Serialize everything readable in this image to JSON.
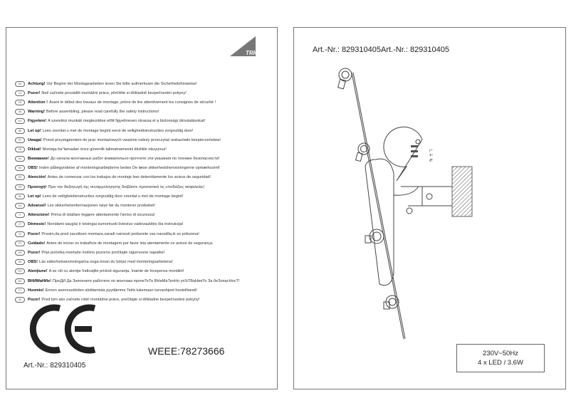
{
  "left_page": {
    "brand": "TRIO",
    "warnings": [
      {
        "code": "DE",
        "bold": "Achtung!",
        "text": "Vor Beginn der Montagearbeiten lesen Sie bitte aufmerksam die Sicherheitshinweise!"
      },
      {
        "code": "CZ",
        "bold": "Pozor!",
        "text": "Než začnete provádět montážní práce, přečtěte si důkladně bezpečnostní pokyny!"
      },
      {
        "code": "FR",
        "bold": "Attention !",
        "text": "Avant le début des travaux de montage, prière de lire attentivement les consignes de sécurité !"
      },
      {
        "code": "GB",
        "bold": "Warning!",
        "text": "Before assembling, please read carefully the safety instructions!"
      },
      {
        "code": "HU",
        "bold": "Figyelem!",
        "text": "A szerelési munkák megkezdése előtt figyelmesen olvassa el a biztonsági útmutatásokat!"
      },
      {
        "code": "BE",
        "bold": "Let op!",
        "text": "Lees voordat u met de montage begint eerst de veiligheidsinstructies zorgvuldig door!"
      },
      {
        "code": "PL",
        "bold": "Uwaga!",
        "text": "Przed przystąpieniem do prac montażowych uważnie należy przeczytać wskazówki bezpieczeństwa!"
      },
      {
        "code": "TR",
        "bold": "Dikkat!",
        "text": "Montaja ba°lamadan önce güvenlik talimatnamesini titizlikle okuyunuz!"
      },
      {
        "code": "RU",
        "bold": "Внимание!",
        "text": "До начала монтажных работ внимательно прочтите эти указания по технике безопасности!"
      },
      {
        "code": "DK",
        "bold": "OBS!",
        "text": "Inden påbegyndelse af monteringsarbejderne bedes De læse sikkerhedshenvisningerne opmærksomt!"
      },
      {
        "code": "ES",
        "bold": "Atención!",
        "text": "Antes de comenzar con los trabajos de montaje leer detenidamente los avisos de seguridad!"
      },
      {
        "code": "GR",
        "bold": "Προσοχή!",
        "text": "Πριν την διεξαγωγή της συναρμολόγησης διαβάστε προσεκτικά τις υποδείξεις ασφαλείας!"
      },
      {
        "code": "NL",
        "bold": "Let op!",
        "text": "Lees de veiligheidsinstructies zorgvuldig door voordat u met de montage begint!"
      },
      {
        "code": "NO",
        "bold": "Advarsel!",
        "text": "Les sikkerhetsinformasjonen nøye før du monterer produktet!"
      },
      {
        "code": "IT",
        "bold": "Attenzione!",
        "text": "Prima di istallare leggere attentamente l'arriso di sicurezza!"
      },
      {
        "code": "LT",
        "bold": "Dėmesio!",
        "text": "Nonidami saugiai ir teisingai sumontuoti šviestuv vadovaukitės šia instrukcija!"
      },
      {
        "code": "SI",
        "bold": "Pozor!",
        "text": "Prosim,da pred zacetkom montaze,zaradi varnosti preberete vas navodila,ki so prilozena!"
      },
      {
        "code": "PT",
        "bold": "Cuidado!",
        "text": "Antes de iniciar os trabalhos de montagem por favor leia atentamente os avisos de segurança."
      },
      {
        "code": "HR",
        "bold": "Pozor!",
        "text": "Prije početka montaže molimo pozorno pročitajte sigurnosne napatke!"
      },
      {
        "code": "SE",
        "bold": "OBS!",
        "text": "Läs säkerhetsanvisningarna noga innan du börjar med monteringsarbetena!"
      },
      {
        "code": "RO",
        "bold": "Atenţiune!",
        "text": "A se citi cu atenţie îndicaţiile privind siguranţa, înainte de începerea montării!"
      },
      {
        "code": "BG",
        "bold": "ВНИМаНИе!",
        "text": "ПреДИ Да Започнете работите по монтажа прочеТеТе ВНиМаТелНо упЪТВаНияТо За беЗопасНосТ!"
      },
      {
        "code": "FI",
        "bold": "Huomio!",
        "text": "Ennen asennustöiden aloittamista pyydämme Teitä lukemaan turvaohjeet huolellisesti!"
      },
      {
        "code": "SK",
        "bold": "Pozor!",
        "text": "Pred tým ako začnete robiť montážne práce, prečítajte si dôkladne bezpečnostné pokyny!"
      }
    ],
    "ce_mark": "CE",
    "weee": "WEEE:78273666",
    "article": "Art.-Nr.: 829310405"
  },
  "right_page": {
    "article": "Art.-Nr.: 829310405Art.-Nr.: 829310405",
    "spec_line1": "230V~50Hz",
    "spec_line2": "4 x LED / 3.6W",
    "wire_labels": [
      "L",
      "N",
      "⏚"
    ]
  }
}
